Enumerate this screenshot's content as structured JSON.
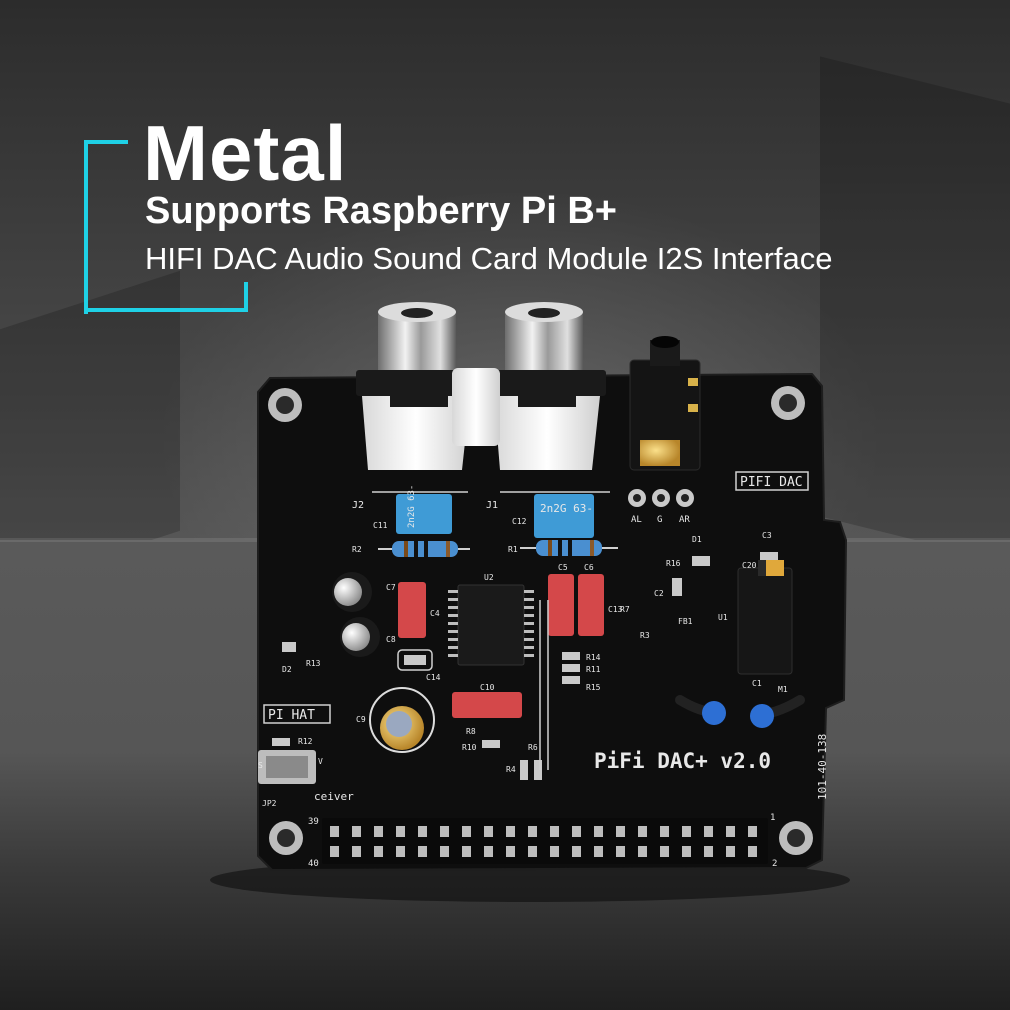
{
  "headline": "Metal",
  "subheadline": "Supports Raspberry Pi B+",
  "tagline": "HIFI DAC Audio Sound Card Module I2S Interface",
  "colors": {
    "accent": "#1fd1e6",
    "board": "#0e0e0e",
    "silkscreen": "#e8e8e8"
  },
  "board": {
    "model_text": "PiFi DAC+ v2.0",
    "pifi_label": "PIFI DAC",
    "pihat_label": "PI HAT",
    "serial": "101-40-138",
    "receiver_label": "ceiver",
    "pin_labels": {
      "top_left": "39",
      "bottom_left": "40",
      "top_right": "1",
      "bottom_right": "2"
    },
    "jack_labels": {
      "left": "J2",
      "right": "J1"
    },
    "channel_labels": {
      "al": "AL",
      "g": "G",
      "ar": "AR"
    },
    "capacitor_labels": {
      "left": "2n2G\n63-",
      "right": "2n2G\n63-"
    },
    "parts": {
      "c11": "C11",
      "c12": "C12",
      "r2": "R2",
      "r1": "R1",
      "u2": "U2",
      "c7": "C7",
      "c4": "C4",
      "c8": "C8",
      "c5": "C5",
      "c6": "C6",
      "c13": "C13",
      "r7": "R7",
      "r3": "R3",
      "r14": "R14",
      "r11": "R11",
      "r15": "R15",
      "c10": "C10",
      "c9": "C9",
      "c14": "C14",
      "r10": "R10",
      "r8": "R8",
      "r4": "R4",
      "r6": "R6",
      "d2": "D2",
      "r13": "R13",
      "r12": "R12",
      "jp2": "JP2",
      "s": "S",
      "v": "V",
      "d1": "D1",
      "r16": "R16",
      "c3": "C3",
      "c20": "C20",
      "c2": "C2",
      "fb1": "FB1",
      "u1": "U1",
      "c1": "C1",
      "m1": "M1"
    }
  }
}
